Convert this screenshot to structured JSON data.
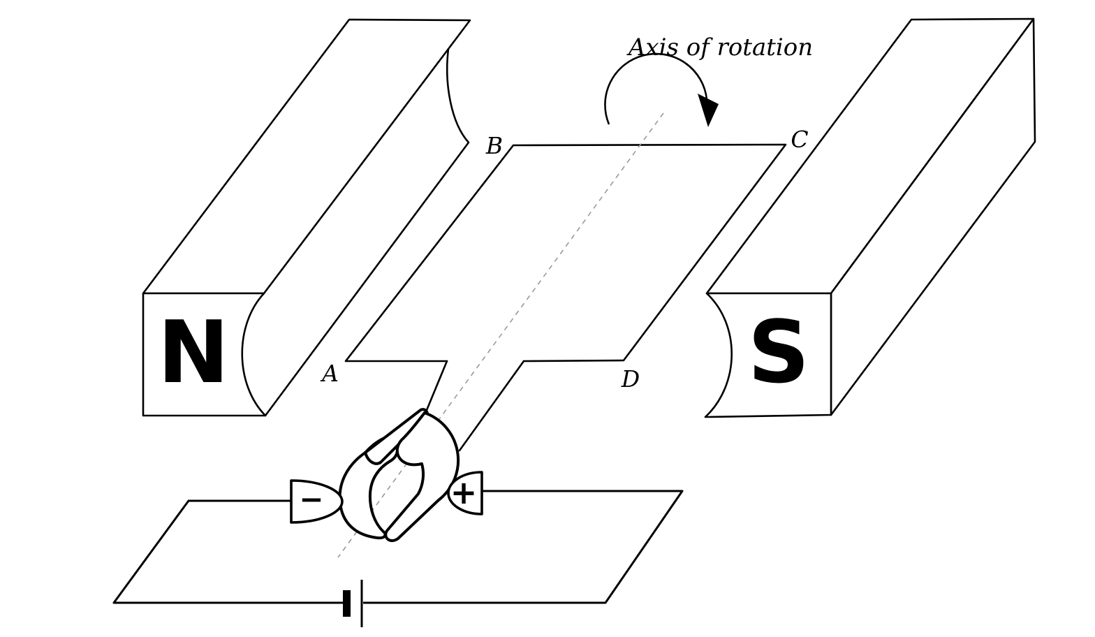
{
  "diagram": {
    "type": "dc-motor-schematic",
    "labels": {
      "north_pole": "N",
      "south_pole": "S",
      "coil_corner_a": "A",
      "coil_corner_b": "B",
      "coil_corner_c": "C",
      "coil_corner_d": "D",
      "axis": "Axis of rotation",
      "brush_negative": "−",
      "brush_positive": "+"
    },
    "colors": {
      "line": "#000000",
      "dashed_axis": "#999999",
      "background": "#ffffff",
      "text": "#000000"
    }
  }
}
